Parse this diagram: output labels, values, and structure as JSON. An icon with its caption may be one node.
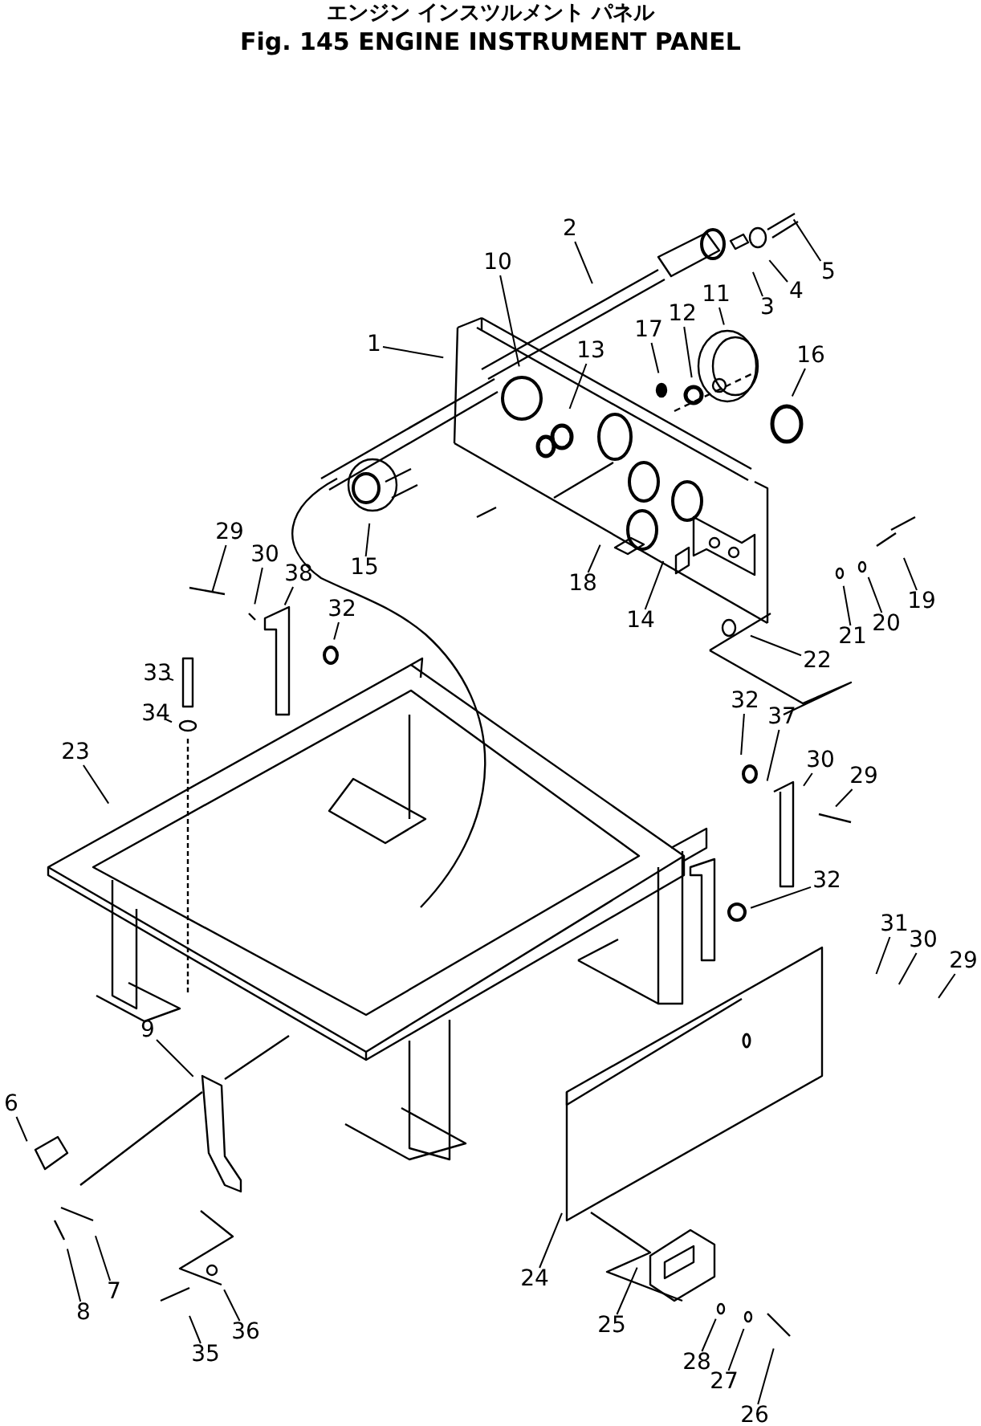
{
  "diagram": {
    "title": "Fig. 145 ENGINE INSTRUMENT PANEL",
    "nodes": [
      {
        "text": [
          "2"
        ]
      },
      {
        "text": [
          "5"
        ]
      },
      {
        "text": [
          "10"
        ]
      },
      {
        "text": [
          "4"
        ]
      },
      {
        "text": [
          "3"
        ]
      },
      {
        "text": [
          "11"
        ]
      },
      {
        "text": [
          "12"
        ]
      },
      {
        "text": [
          "17"
        ]
      },
      {
        "text": [
          "16"
        ]
      },
      {
        "text": [
          "1"
        ]
      },
      {
        "text": [
          "13"
        ]
      },
      {
        "text": [
          "29"
        ]
      },
      {
        "text": [
          "30"
        ]
      },
      {
        "text": [
          "15"
        ]
      },
      {
        "text": [
          "38"
        ]
      },
      {
        "text": [
          "18"
        ]
      },
      {
        "text": [
          "19"
        ]
      },
      {
        "text": [
          "20"
        ]
      },
      {
        "text": [
          "14"
        ]
      },
      {
        "text": [
          "21"
        ]
      },
      {
        "text": [
          "32"
        ]
      },
      {
        "text": [
          "22"
        ]
      },
      {
        "text": [
          "33"
        ]
      },
      {
        "text": [
          "34"
        ]
      },
      {
        "text": [
          "32"
        ]
      },
      {
        "text": [
          "37"
        ]
      },
      {
        "text": [
          "23"
        ]
      },
      {
        "text": [
          "30"
        ]
      },
      {
        "text": [
          "29"
        ]
      },
      {
        "text": [
          "32"
        ]
      },
      {
        "text": [
          "31"
        ]
      },
      {
        "text": [
          "30"
        ]
      },
      {
        "text": [
          "29"
        ]
      },
      {
        "text": [
          "9"
        ]
      },
      {
        "text": [
          "6"
        ]
      },
      {
        "text": [
          "24"
        ]
      },
      {
        "text": [
          "7"
        ]
      },
      {
        "text": [
          "8"
        ]
      },
      {
        "text": [
          "25"
        ]
      },
      {
        "text": [
          "36"
        ]
      },
      {
        "text": [
          "35"
        ]
      },
      {
        "text": [
          "28"
        ]
      },
      {
        "text": [
          "27"
        ]
      },
      {
        "text": [
          "26"
        ]
      }
    ],
    "edges": [
      {
        "from": 0,
        "to": null,
        "arrow": "none"
      },
      {
        "from": 1,
        "to": null,
        "arrow": "none"
      },
      {
        "from": 2,
        "to": null,
        "arrow": "none"
      },
      {
        "from": 3,
        "to": null,
        "arrow": "none"
      },
      {
        "from": 4,
        "to": null,
        "arrow": "none"
      },
      {
        "from": 5,
        "to": null,
        "arrow": "none"
      },
      {
        "from": 6,
        "to": null,
        "arrow": "none"
      },
      {
        "from": 7,
        "to": null,
        "arrow": "none"
      },
      {
        "from": 8,
        "to": null,
        "arrow": "none"
      },
      {
        "from": 9,
        "to": null,
        "arrow": "none"
      },
      {
        "from": 10,
        "to": null,
        "arrow": "none"
      },
      {
        "from": 11,
        "to": null,
        "arrow": "none"
      },
      {
        "from": 12,
        "to": null,
        "arrow": "none"
      },
      {
        "from": 13,
        "to": null,
        "arrow": "none"
      },
      {
        "from": 14,
        "to": null,
        "arrow": "none"
      },
      {
        "from": 15,
        "to": null,
        "arrow": "none"
      },
      {
        "from": 16,
        "to": null,
        "arrow": "none"
      },
      {
        "from": 17,
        "to": null,
        "arrow": "none"
      },
      {
        "from": 18,
        "to": null,
        "arrow": "none"
      },
      {
        "from": 19,
        "to": null,
        "arrow": "none"
      },
      {
        "from": 20,
        "to": null,
        "arrow": "none"
      },
      {
        "from": 21,
        "to": null,
        "arrow": "none"
      },
      {
        "from": 22,
        "to": null,
        "arrow": "none"
      },
      {
        "from": 23,
        "to": null,
        "arrow": "none"
      },
      {
        "from": 24,
        "to": null,
        "arrow": "none"
      },
      {
        "from": 25,
        "to": null,
        "arrow": "none"
      },
      {
        "from": 26,
        "to": null,
        "arrow": "none"
      },
      {
        "from": 27,
        "to": null,
        "arrow": "none"
      },
      {
        "from": 28,
        "to": null,
        "arrow": "none"
      },
      {
        "from": 29,
        "to": null,
        "arrow": "none"
      },
      {
        "from": 30,
        "to": null,
        "arrow": "none"
      },
      {
        "from": 31,
        "to": null,
        "arrow": "none"
      },
      {
        "from": 32,
        "to": null,
        "arrow": "none"
      },
      {
        "from": 33,
        "to": null,
        "arrow": "none"
      },
      {
        "from": 34,
        "to": null,
        "arrow": "none"
      },
      {
        "from": 35,
        "to": null,
        "arrow": "none"
      },
      {
        "from": 36,
        "to": null,
        "arrow": "none"
      },
      {
        "from": 37,
        "to": null,
        "arrow": "none"
      },
      {
        "from": 38,
        "to": null,
        "arrow": "none"
      },
      {
        "from": 39,
        "to": null,
        "arrow": "none"
      },
      {
        "from": 40,
        "to": null,
        "arrow": "none"
      },
      {
        "from": 41,
        "to": null,
        "arrow": "none"
      },
      {
        "from": 42,
        "to": null,
        "arrow": "none"
      },
      {
        "from": 43,
        "to": null,
        "arrow": "none"
      }
    ],
    "labels": [
      "エンジン インスツルメント パネル"
    ]
  }
}
